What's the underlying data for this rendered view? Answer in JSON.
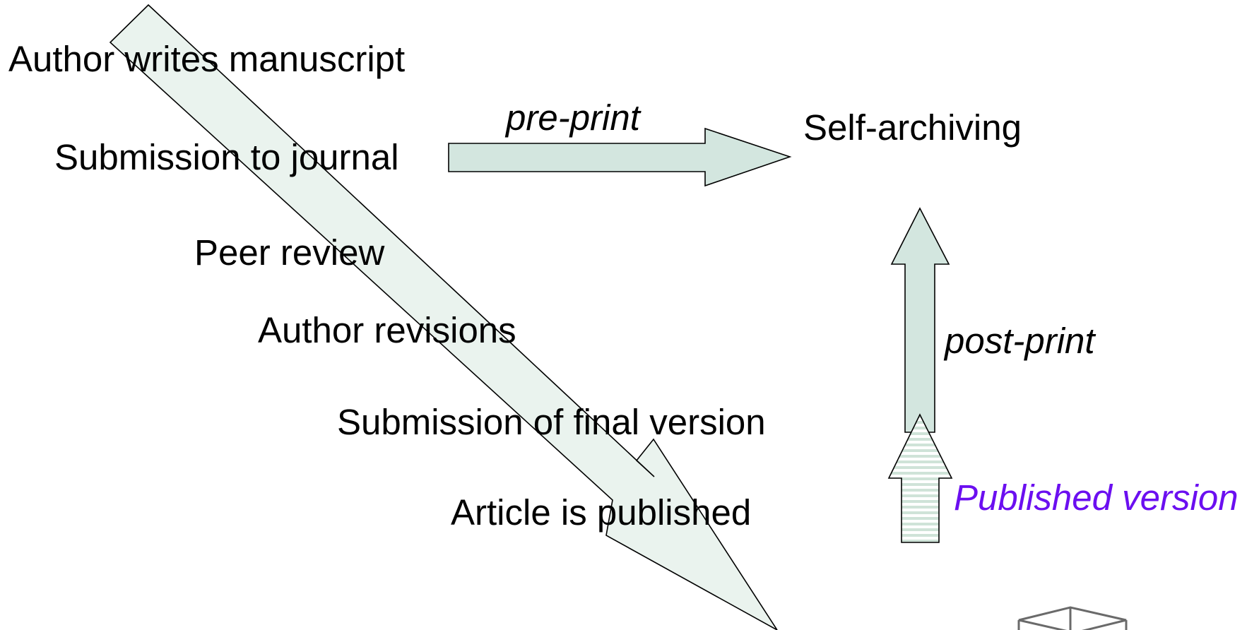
{
  "steps": [
    "Author writes manuscript",
    "Submission to journal",
    "Peer review",
    "Author revisions",
    "Submission of final version",
    "Article is published"
  ],
  "preprint_label": "pre-print",
  "postprint_label": "post-print",
  "self_archiving_label": "Self-archiving",
  "published_version_label": "Published version",
  "colors": {
    "diagonal_arrow_fill": "#eaf3ee",
    "arrow_fill": "#d3e6df",
    "stripe_light": "#ffffff",
    "stripe_dark": "#cfe3d8",
    "published_version_text": "#6b0ff0",
    "stroke": "#000000"
  },
  "icons": [
    "box-icon"
  ]
}
